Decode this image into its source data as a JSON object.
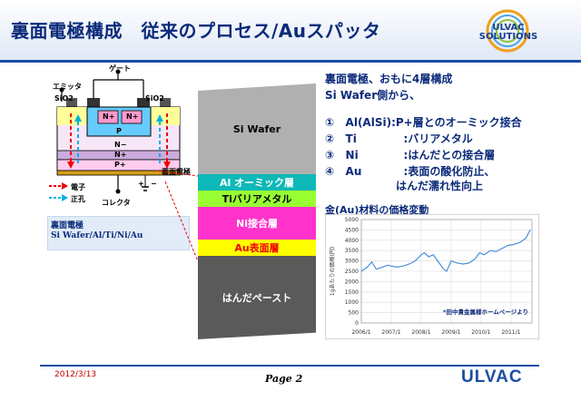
{
  "title": "裏面電極構成　従来のプロセス/Auスパッタ",
  "logo": {
    "line1": "ULVAC",
    "line2": "SOLUTIONS"
  },
  "device": {
    "gate": "ゲート",
    "emitter": "エミッタ",
    "sio2_left": "SiO2",
    "sio2_right": "SiO2",
    "nplus_left": "N+",
    "nplus_right": "N+",
    "p": "P",
    "nminus": "N−",
    "nplus_layer": "N+",
    "pplus_layer": "P+",
    "back_electrode": "裏面電極",
    "collector": "コレクタ",
    "electron": "電子",
    "hole": "正孔",
    "plus": "+",
    "minus": "−"
  },
  "legend": {
    "line1": "裏面電極",
    "line2": "Si Wafer/Al/Ti/Ni/Au"
  },
  "layers": [
    {
      "label": "Si Wafer"
    },
    {
      "label": "Al オーミック層"
    },
    {
      "label": "Tiバリアメタル"
    },
    {
      "label": "Ni接合層"
    },
    {
      "label": "Au表面層"
    },
    {
      "label": "はんだペースト"
    }
  ],
  "intro": {
    "line1": "裏面電極、おもに4層構成",
    "line2": "Si Wafer側から、"
  },
  "points": [
    {
      "num": "①",
      "item": "Al(AlSi)",
      "desc": ":P+層とのオーミック接合"
    },
    {
      "num": "②",
      "item": "Ti",
      "desc": ":バリアメタル"
    },
    {
      "num": "③",
      "item": "Ni",
      "desc": ":はんだとの接合層"
    },
    {
      "num": "④",
      "item": "Au",
      "desc": ":表面の酸化防止、"
    }
  ],
  "point4_line2": "はんだ濡れ性向上",
  "chart_title": "金(Au)材料の価格変動",
  "chart_data": {
    "type": "line",
    "title": "",
    "xlabel": "",
    "ylabel": "1gあたりの価格(円)",
    "x_ticks": [
      "2006/1",
      "2007/1",
      "2008/1",
      "2009/1",
      "2010/1",
      "2011/1"
    ],
    "y_ticks": [
      "0",
      "500",
      "1000",
      "1500",
      "2000",
      "2500",
      "3000",
      "3500",
      "4000",
      "4500",
      "5000"
    ],
    "ylim": [
      0,
      5000
    ],
    "xlim": [
      2006.0,
      2011.7
    ],
    "grid": true,
    "color": "#4a90d9",
    "annotation": "*田中貴金属様ホームページより",
    "series": [
      {
        "x": [
          2006.0,
          2006.2,
          2006.35,
          2006.5,
          2006.7,
          2006.9,
          2007.0,
          2007.2,
          2007.4,
          2007.6,
          2007.8,
          2008.0,
          2008.1,
          2008.25,
          2008.4,
          2008.6,
          2008.75,
          2008.85,
          2009.0,
          2009.2,
          2009.4,
          2009.6,
          2009.8,
          2009.95,
          2010.1,
          2010.3,
          2010.5,
          2010.7,
          2010.9,
          2011.1,
          2011.3,
          2011.5,
          2011.6,
          2011.65
        ],
        "y": [
          2500,
          2700,
          2950,
          2600,
          2700,
          2800,
          2750,
          2700,
          2750,
          2850,
          3000,
          3300,
          3400,
          3200,
          3300,
          2900,
          2600,
          2500,
          3000,
          2900,
          2850,
          2900,
          3100,
          3400,
          3300,
          3500,
          3450,
          3600,
          3750,
          3800,
          3900,
          4100,
          4400,
          4500
        ]
      }
    ]
  },
  "footer": {
    "date": "2012/3/13",
    "page": "Page 2",
    "logo": "ULVAC"
  }
}
